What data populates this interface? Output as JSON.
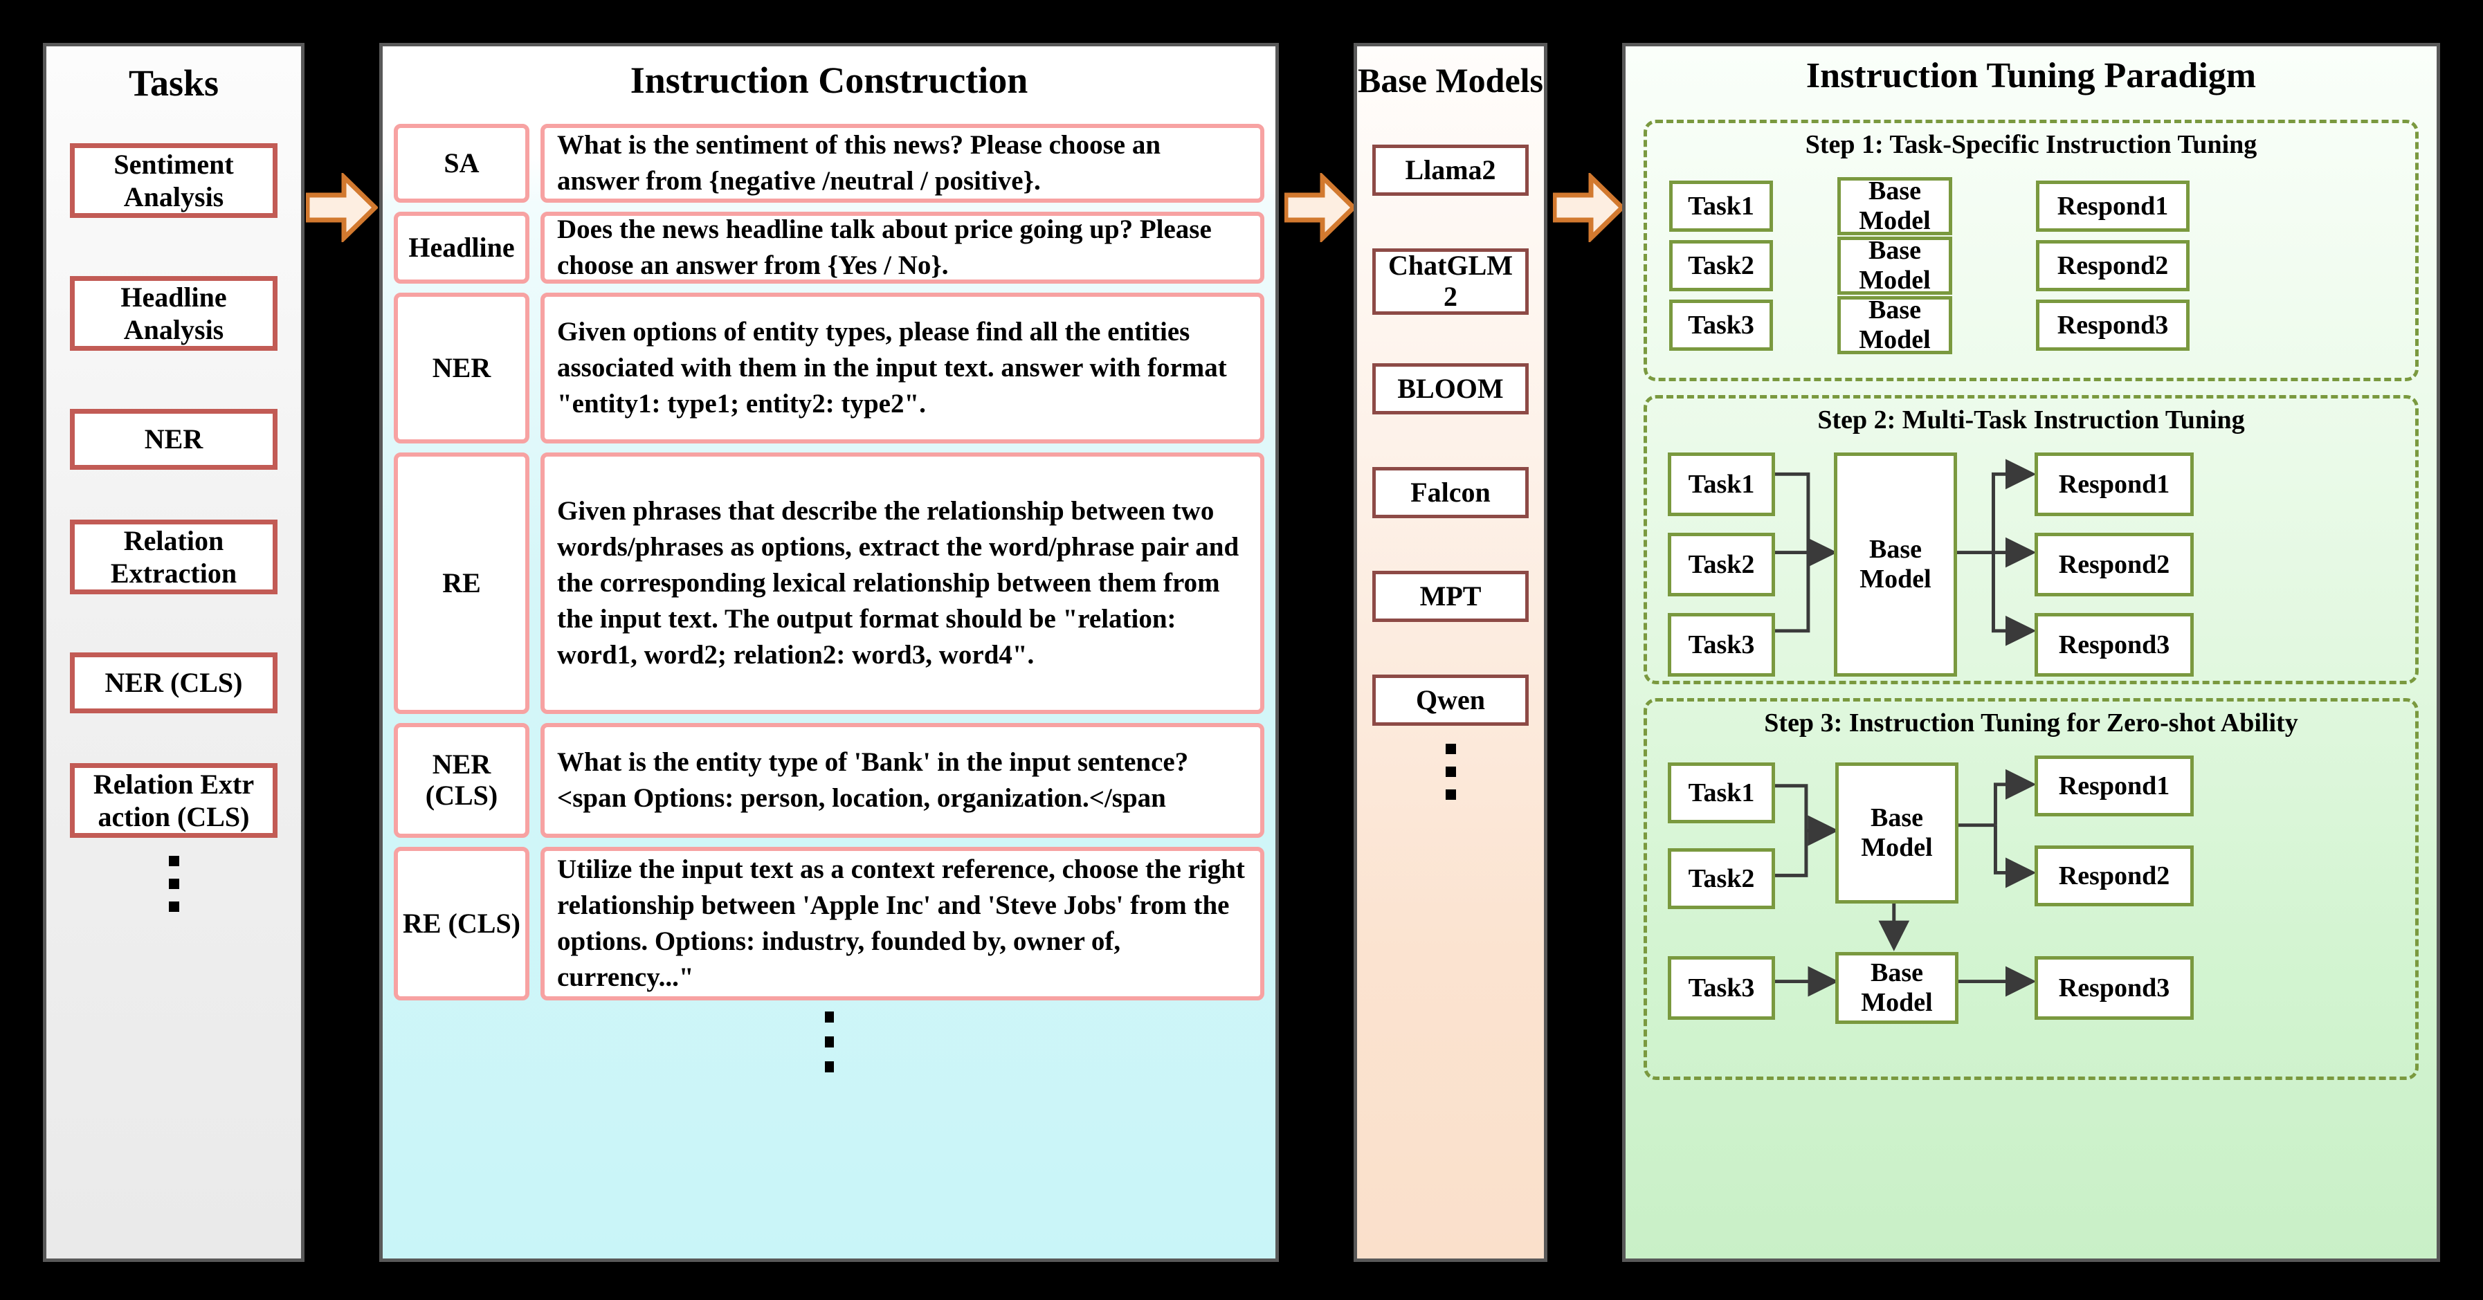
{
  "tasks": {
    "title": "Tasks",
    "items": [
      {
        "label": "Sentiment Analysis",
        "lines": 2
      },
      {
        "label": "Headline Analysis",
        "lines": 2
      },
      {
        "label": "NER",
        "lines": 1
      },
      {
        "label": "Relation Extraction",
        "lines": 2
      },
      {
        "label": "NER (CLS)",
        "lines": 1
      },
      {
        "label": "Relation Extr action (CLS)",
        "lines": 2
      }
    ],
    "ellipsis": "⋮"
  },
  "instruction_construction": {
    "title": "Instruction Construction",
    "rows": [
      {
        "tag": "SA",
        "text": "What is the sentiment of this news? Please choose an answer from {negative /neutral / positive}."
      },
      {
        "tag": "Headline",
        "text": "Does the news headline talk about price going up? Please choose an answer from {Yes / No}."
      },
      {
        "tag": "NER",
        "text": "Given options of entity types, please find all the entities associated with them in the input text. answer with format \"entity1: type1; entity2: type2\"."
      },
      {
        "tag": "RE",
        "text": "Given phrases that describe the relationship between two words/phrases as options, extract the word/phrase pair and the corresponding lexical relationship between them from the input text. The output format should be \"relation: word1, word2; relation2: word3, word4\"."
      },
      {
        "tag": "NER (CLS)",
        "text": "What is the entity type of 'Bank' in the input sentence?<span Options: person, location, organization.</span"
      },
      {
        "tag": "RE (CLS)",
        "text": "Utilize the input text as a context reference, choose the right relationship between 'Apple Inc' and 'Steve Jobs' from the options. Options: industry, founded by, owner of, currency...\""
      }
    ],
    "ellipsis": "⋮"
  },
  "base_models": {
    "title": "Base Models",
    "items": [
      {
        "label": "Llama2",
        "lines": 1
      },
      {
        "label": "ChatGLM 2",
        "lines": 2
      },
      {
        "label": "BLOOM",
        "lines": 1
      },
      {
        "label": "Falcon",
        "lines": 1
      },
      {
        "label": "MPT",
        "lines": 1
      },
      {
        "label": "Qwen",
        "lines": 1
      }
    ],
    "ellipsis": "⋮"
  },
  "paradigm": {
    "title": "Instruction Tuning Paradigm",
    "steps": [
      {
        "id": "step1",
        "title": "Step 1: Task-Specific Instruction Tuning",
        "nodes": {
          "task1": "Task1",
          "model1": "Base Model",
          "respond1": "Respond1",
          "task2": "Task2",
          "model2": "Base Model",
          "respond2": "Respond2",
          "task3": "Task3",
          "model3": "Base Model",
          "respond3": "Respond3"
        }
      },
      {
        "id": "step2",
        "title": "Step 2: Multi-Task Instruction Tuning",
        "nodes": {
          "task1": "Task1",
          "task2": "Task2",
          "task3": "Task3",
          "model": "Base Model",
          "respond1": "Respond1",
          "respond2": "Respond2",
          "respond3": "Respond3"
        }
      },
      {
        "id": "step3",
        "title": "Step 3: Instruction Tuning for Zero-shot Ability",
        "nodes": {
          "task1": "Task1",
          "task2": "Task2",
          "task3": "Task3",
          "model_top": "Base Model",
          "model_bottom": "Base Model",
          "respond1": "Respond1",
          "respond2": "Respond2",
          "respond3": "Respond3"
        }
      }
    ]
  },
  "colors": {
    "background": "#000000",
    "panel_border": "#595959",
    "task_box_border": "#c25b55",
    "instruction_box_border": "#f7a2a2",
    "instruction_panel_bg": "#c9f5f8",
    "model_box_border": "#8d4a46",
    "model_panel_bg": "#fae0cb",
    "paradigm_accent": "#7a993f",
    "paradigm_panel_bg": "#c9f0c7",
    "connector_arrow_stroke": "#d2792f",
    "connector_arrow_fill": "#fdeee1",
    "arrow_line": "#3a3a3a"
  },
  "connectors": [
    {
      "name": "tasks-to-instruction"
    },
    {
      "name": "instruction-to-models"
    },
    {
      "name": "models-to-paradigm"
    }
  ]
}
